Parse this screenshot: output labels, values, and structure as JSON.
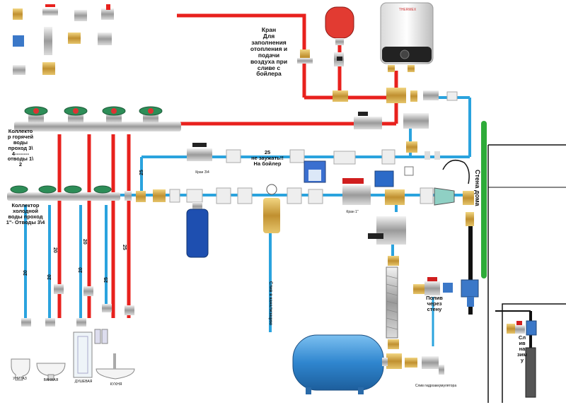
{
  "labels": {
    "fill_valve": "Кран\nДля\nзаполнения\nотопления и\nподачи\nвоздуха при\nсливе с\nбойлера",
    "hot_collector": "Коллекто\nр горячей\nводы\nпроход 3\\\n4--------\nотводы 1\\\n2",
    "cold_collector": "Коллектор\nхолодной\nводы проход\n1\"- Отводы 3\\4",
    "kran_34": "Кран 3\\4",
    "to_boiler": "25\nне зауж<br>ать!!\nНа бойлер",
    "to_boiler_text": "25\nне заужать!!\nНа бойлер",
    "kran_1": "Кран 1\"",
    "watering": "Полив\nчерез\nстену",
    "house_wall": "Стена дома",
    "drain_sewer": "Слив в канализацию",
    "drain_winter": "Сл\nив\nна\nзим\nу",
    "accumulator_drain": "Слив гидроаккумулятора",
    "pipe_20": "20",
    "pipe_25": "25",
    "bottom": [
      "УНИТАЗ",
      "ВАННАЯ",
      "ДУШЕВАЯ",
      "КУХНЯ"
    ],
    "heater_brand": "THERMEX"
  },
  "colors": {
    "hot_pipe": "#e8211d",
    "cold_pipe": "#2aa3de",
    "wall": "#2eab39",
    "tank_blue": "#3a8fd4",
    "brass": "#c9a042",
    "valve_green": "#2d8d57",
    "black_pipe": "#111111"
  }
}
